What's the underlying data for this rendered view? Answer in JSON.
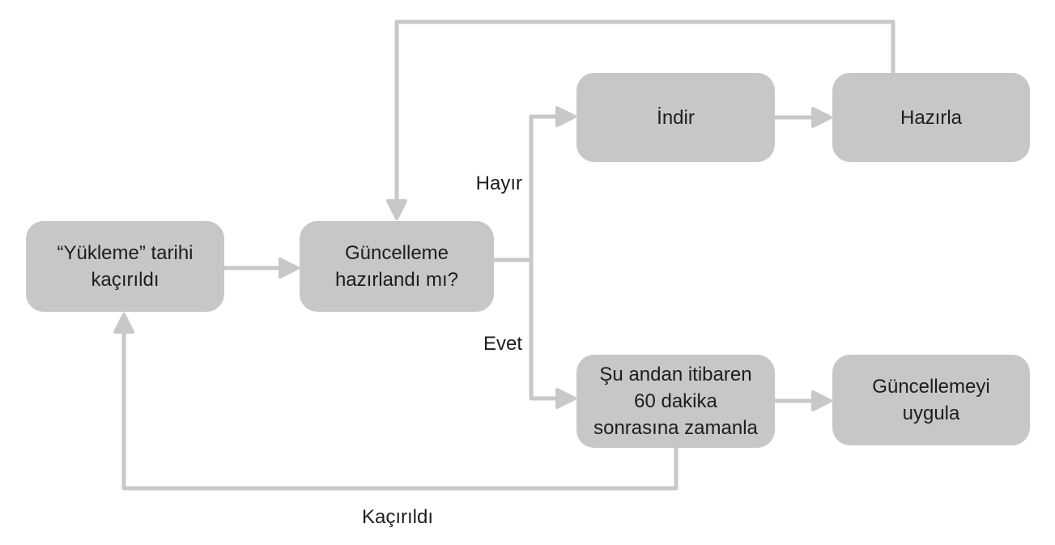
{
  "diagram_type": "flowchart",
  "theme": {
    "background": "#ffffff",
    "box_fill": "#c6c7c7",
    "line_color": "#c7c8c8",
    "text_color": "#1d1d1f"
  },
  "nodes": {
    "missed": "“Yükleme” tarihi\nkaçırıldı",
    "question": "Güncelleme\nhazırlandı mı?",
    "download": "İndir",
    "prepare": "Hazırla",
    "schedule": "Şu andan itibaren\n60 dakika\nsonrasına zamanla",
    "apply": "Güncellemeyi\nuygula"
  },
  "edge_labels": {
    "no": "Hayır",
    "yes": "Evet",
    "missed": "Kaçırıldı"
  }
}
